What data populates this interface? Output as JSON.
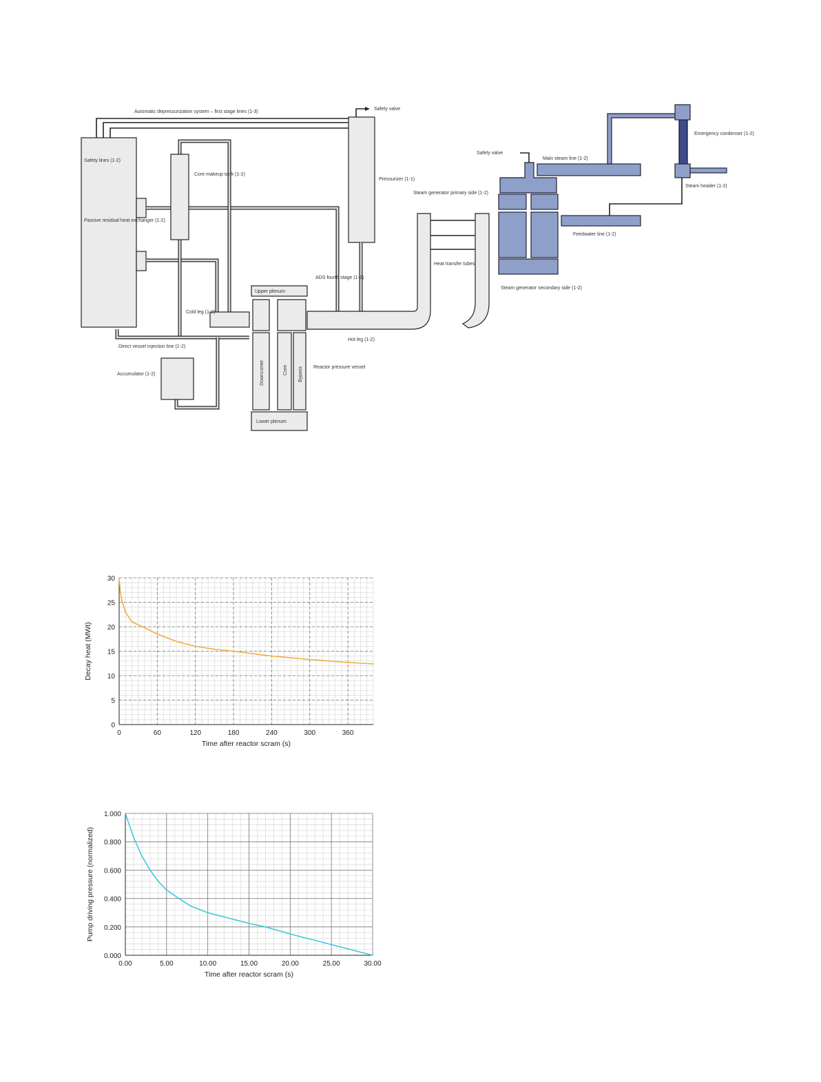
{
  "diagram": {
    "labels": {
      "ads_lines": "Automatic depressurization system – first stage lines (1-3)",
      "safety_valve_top": "Safety valve",
      "safety_lines": "Safety lines (1-2)",
      "prhr": "Passive residual heat exchanger (1-2)",
      "cmt": "Core makeup tank (1-2)",
      "pressurizer": "Pressurizer (1-1)",
      "ads_fourth": "ADS fourth stage (1-2)",
      "cold_leg": "Cold leg (1-2)",
      "upper_plenum": "Upper plenum",
      "downcomer": "Downcomer",
      "core": "Core",
      "bypass": "Bypass",
      "rpv": "Reactor pressure vessel",
      "lower_plenum": "Lower plenum",
      "dvi": "Direct vessel injection line (1-2)",
      "accumulator": "Accumulator (1-2)",
      "hot_leg": "Hot leg (1-2)",
      "sg_primary": "Steam generator primary side (1-2)",
      "tubes": "Heat transfer tubes",
      "sg_secondary": "Steam generator secondary side (1-2)",
      "safety_valve_sg": "Safety valve",
      "main_steam": "Main steam line (1-2)",
      "emergency_condenser": "Emergency condenser (1-2)",
      "steam_header": "Steam header (1-2)",
      "feedwater": "Feedwater line (1-2)"
    },
    "colors": {
      "primary": "#ebebeb",
      "secondary": "#8e9fca",
      "condenser": "#3c4c8c"
    }
  },
  "chart_data": [
    {
      "type": "line",
      "title": "",
      "xlabel": "Time after reactor scram (s)",
      "ylabel": "Decay heat (MWt)",
      "xlim": [
        0,
        400
      ],
      "ylim": [
        0,
        30
      ],
      "xticks": [
        0,
        60,
        120,
        180,
        240,
        300,
        360
      ],
      "yticks": [
        0,
        5,
        10,
        15,
        20,
        25,
        30
      ],
      "xtick_labels": [
        "0",
        "60",
        "120",
        "180",
        "240",
        "300",
        "360"
      ],
      "ytick_labels": [
        "0",
        "5",
        "10",
        "15",
        "20",
        "25",
        "30"
      ],
      "grid": true,
      "color": "#f0b040",
      "series": [
        {
          "name": "Decay heat",
          "x": [
            0,
            2,
            5,
            10,
            20,
            40,
            60,
            90,
            120,
            150,
            180,
            240,
            300,
            360,
            400
          ],
          "y": [
            30,
            27,
            25,
            23,
            21,
            19.8,
            18.5,
            17,
            16,
            15.4,
            15,
            14,
            13.3,
            12.7,
            12.4
          ]
        }
      ]
    },
    {
      "type": "line",
      "title": "",
      "xlabel": "Time after reactor scram (s)",
      "ylabel": "Pump driving pressure (normalized)",
      "xlim": [
        0,
        30
      ],
      "ylim": [
        0,
        1
      ],
      "xticks": [
        0,
        5,
        10,
        15,
        20,
        25,
        30
      ],
      "yticks": [
        0,
        0.2,
        0.4,
        0.6,
        0.8,
        1.0
      ],
      "xtick_labels": [
        "0.00",
        "5.00",
        "10.00",
        "15.00",
        "20.00",
        "25.00",
        "30.00"
      ],
      "ytick_labels": [
        "0.000",
        "0.200",
        "0.400",
        "0.600",
        "0.800",
        "1.000"
      ],
      "grid": true,
      "color": "#40c8e0",
      "series": [
        {
          "name": "Pump driving pressure",
          "x": [
            0,
            1,
            2,
            3,
            4,
            5,
            6,
            7,
            8,
            10,
            12,
            15,
            17,
            20,
            25,
            30
          ],
          "y": [
            1,
            0.83,
            0.7,
            0.6,
            0.52,
            0.46,
            0.42,
            0.38,
            0.345,
            0.3,
            0.27,
            0.225,
            0.2,
            0.15,
            0.075,
            0
          ]
        }
      ]
    }
  ]
}
